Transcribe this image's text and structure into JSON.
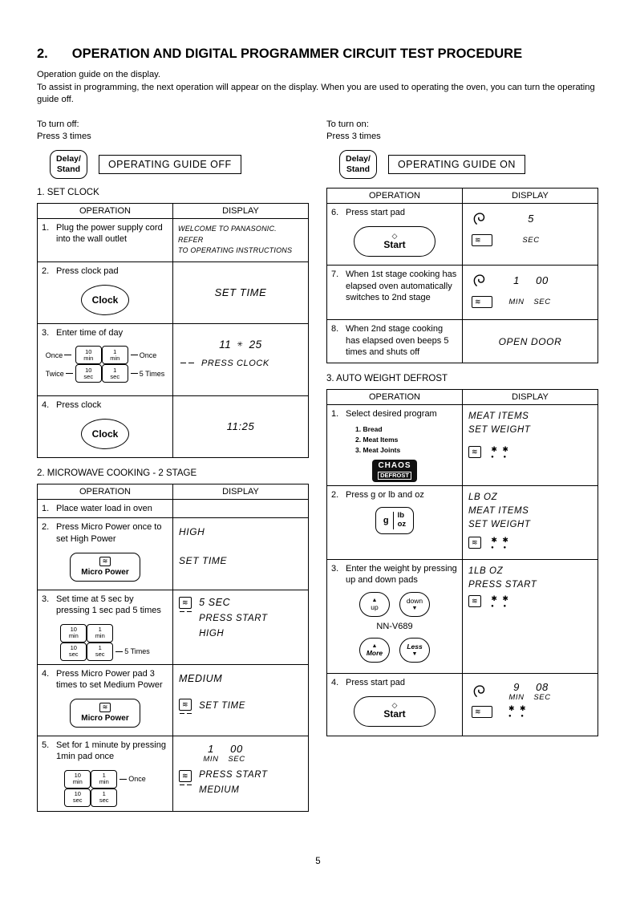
{
  "page": {
    "number": "5"
  },
  "title": {
    "number": "2.",
    "text": "OPERATION AND DIGITAL PROGRAMMER CIRCUIT TEST PROCEDURE"
  },
  "intro": {
    "line1": "Operation guide on the display.",
    "line2": "To assist in programming, the next operation will appear on the display. When you are used to operating the oven, you can turn the operating guide off."
  },
  "guide": {
    "off": {
      "label": "To turn off:",
      "press": "Press 3 times",
      "button": {
        "line1": "Delay/",
        "line2": "Stand"
      },
      "result": "OPERATING GUIDE OFF"
    },
    "on": {
      "label": "To turn on:",
      "press": "Press 3 times",
      "button": {
        "line1": "Delay/",
        "line2": "Stand"
      },
      "result": "OPERATING GUIDE ON"
    }
  },
  "headers": {
    "operation": "OPERATION",
    "display": "DISPLAY"
  },
  "icons": {
    "micro_power": "≋",
    "colon_blink": "✳",
    "star": "✱ ✱",
    "dots": "● ●",
    "diamond": "◇",
    "up": "▲",
    "down": "▼"
  },
  "pads": {
    "ten_min_top": "10",
    "ten_min_bot": "min",
    "one_min_top": "1",
    "one_min_bot": "min",
    "ten_sec_top": "10",
    "ten_sec_bot": "sec",
    "one_sec_top": "1",
    "one_sec_bot": "sec"
  },
  "set_clock": {
    "heading": "1. SET CLOCK",
    "r1": {
      "num": "1.",
      "text": "Plug the power supply cord into the wall outlet",
      "disp1": "WELCOME TO PANASONIC. REFER",
      "disp2": "TO OPERATING INSTRUCTIONS"
    },
    "r2": {
      "num": "2.",
      "text": "Press clock pad",
      "button": "Clock",
      "disp": "SET TIME"
    },
    "r3": {
      "num": "3.",
      "text": "Enter time of day",
      "label_tl": "Once",
      "label_tr": "Once",
      "label_bl": "Twice",
      "label_br": "5 Times",
      "disp_h": "11",
      "disp_m": "25",
      "prompt": "PRESS CLOCK"
    },
    "r4": {
      "num": "4.",
      "text": "Press clock",
      "button": "Clock",
      "disp": "11:25"
    }
  },
  "microwave": {
    "heading": "2. MICROWAVE COOKING - 2 STAGE",
    "r1": {
      "num": "1.",
      "text": "Place water load in oven"
    },
    "r2": {
      "num": "2.",
      "text": "Press Micro Power once to set High Power",
      "button": "Micro Power",
      "disp1": "HIGH",
      "disp2": "SET TIME"
    },
    "r3": {
      "num": "3.",
      "text": "Set time at 5 sec by pressing 1 sec pad 5 times",
      "label_br": "5 Times",
      "disp1": "5 SEC",
      "disp2": "PRESS START",
      "disp3": "HIGH"
    },
    "r4": {
      "num": "4.",
      "text": "Press Micro Power pad 3 times to set Medium Power",
      "button": "Micro Power",
      "disp1": "MEDIUM",
      "disp2": "SET TIME"
    },
    "r5": {
      "num": "5.",
      "text": "Set for 1 minute by pressing 1min pad once",
      "label_tr": "Once",
      "num1": "1",
      "num2": "00",
      "unit1": "MIN",
      "unit2": "SEC",
      "disp2": "PRESS START",
      "disp3": "MEDIUM"
    },
    "r6": {
      "num": "6.",
      "text": "Press start pad",
      "button": "Start",
      "num1": "5",
      "unit1": "SEC"
    },
    "r7": {
      "num": "7.",
      "text": "When 1st stage cooking has elapsed oven automatically switches to 2nd stage",
      "num1": "1",
      "num2": "00",
      "unit1": "MIN",
      "unit2": "SEC"
    },
    "r8": {
      "num": "8.",
      "text": "When 2nd stage cooking has elapsed oven beeps 5 times and shuts off",
      "disp": "OPEN DOOR"
    }
  },
  "defrost": {
    "heading": "3. AUTO WEIGHT DEFROST",
    "r1": {
      "num": "1.",
      "text": "Select desired program",
      "list1": "1. Bread",
      "list2": "2. Meat Items",
      "list3": "3. Meat Joints",
      "button1": "CHAOS",
      "button2": "DEFROST",
      "disp1": "MEAT ITEMS",
      "disp2": "SET WEIGHT"
    },
    "r2": {
      "num": "2.",
      "text": "Press g or lb and oz",
      "btn_g": "g",
      "btn_lb": "lb",
      "btn_oz": "oz",
      "disp1": "LB OZ",
      "disp2": "MEAT ITEMS",
      "disp3": "SET WEIGHT"
    },
    "r3": {
      "num": "3.",
      "text": "Enter the weight by pressing up and down pads",
      "up_label": "up",
      "down_label": "down",
      "model": "NN-V689",
      "more_label": "More",
      "less_label": "Less",
      "disp1": "1LB OZ",
      "disp2": "PRESS START"
    },
    "r4": {
      "num": "4.",
      "text": "Press start pad",
      "button": "Start",
      "num1": "9",
      "num2": "08",
      "unit1": "MIN",
      "unit2": "SEC"
    }
  }
}
